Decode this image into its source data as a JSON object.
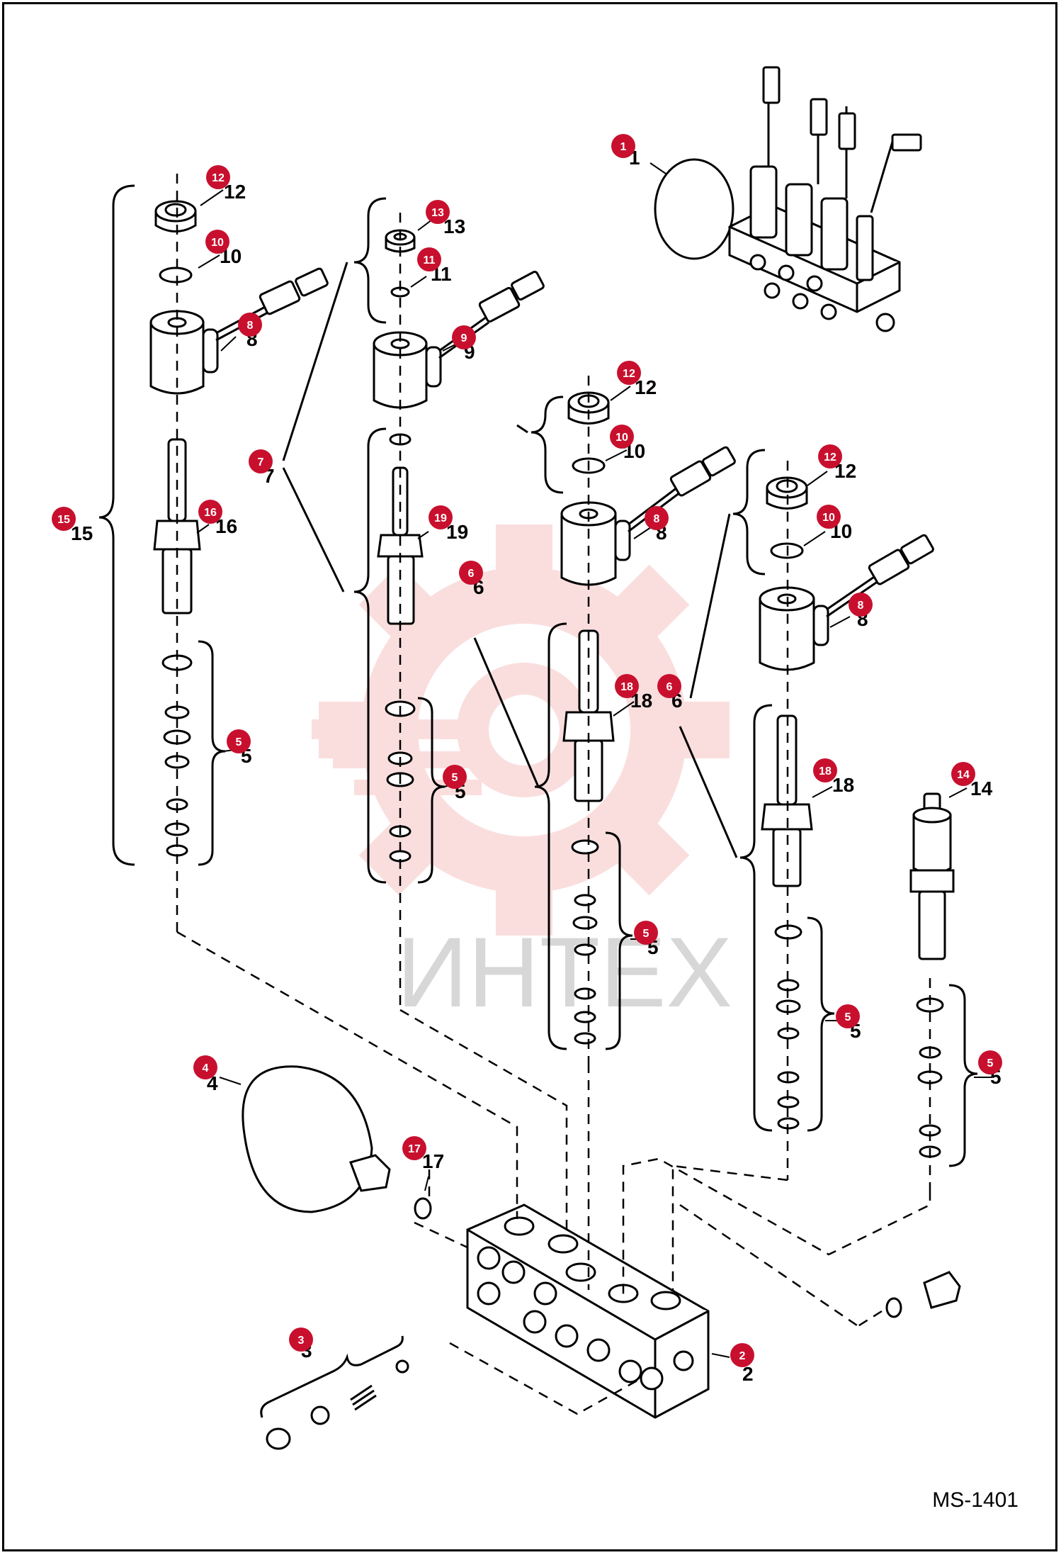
{
  "diagram": {
    "code": "MS-1401",
    "watermark_text": "ИНТЕХ",
    "callouts": [
      {
        "n": "1",
        "label": "1"
      },
      {
        "n": "2",
        "label": "2"
      },
      {
        "n": "3",
        "label": "3"
      },
      {
        "n": "4",
        "label": "4"
      },
      {
        "n": "5",
        "label": "5"
      },
      {
        "n": "6",
        "label": "6"
      },
      {
        "n": "7",
        "label": "7"
      },
      {
        "n": "8",
        "label": "8"
      },
      {
        "n": "9",
        "label": "9"
      },
      {
        "n": "10",
        "label": "10"
      },
      {
        "n": "11",
        "label": "11"
      },
      {
        "n": "12",
        "label": "12"
      },
      {
        "n": "13",
        "label": "13"
      },
      {
        "n": "14",
        "label": "14"
      },
      {
        "n": "15",
        "label": "15"
      },
      {
        "n": "16",
        "label": "16"
      },
      {
        "n": "17",
        "label": "17"
      },
      {
        "n": "18",
        "label": "18"
      },
      {
        "n": "19",
        "label": "19"
      }
    ],
    "colors": {
      "badge": "#c8102e",
      "watermark": "#f4b8b8",
      "line": "#000000"
    }
  }
}
